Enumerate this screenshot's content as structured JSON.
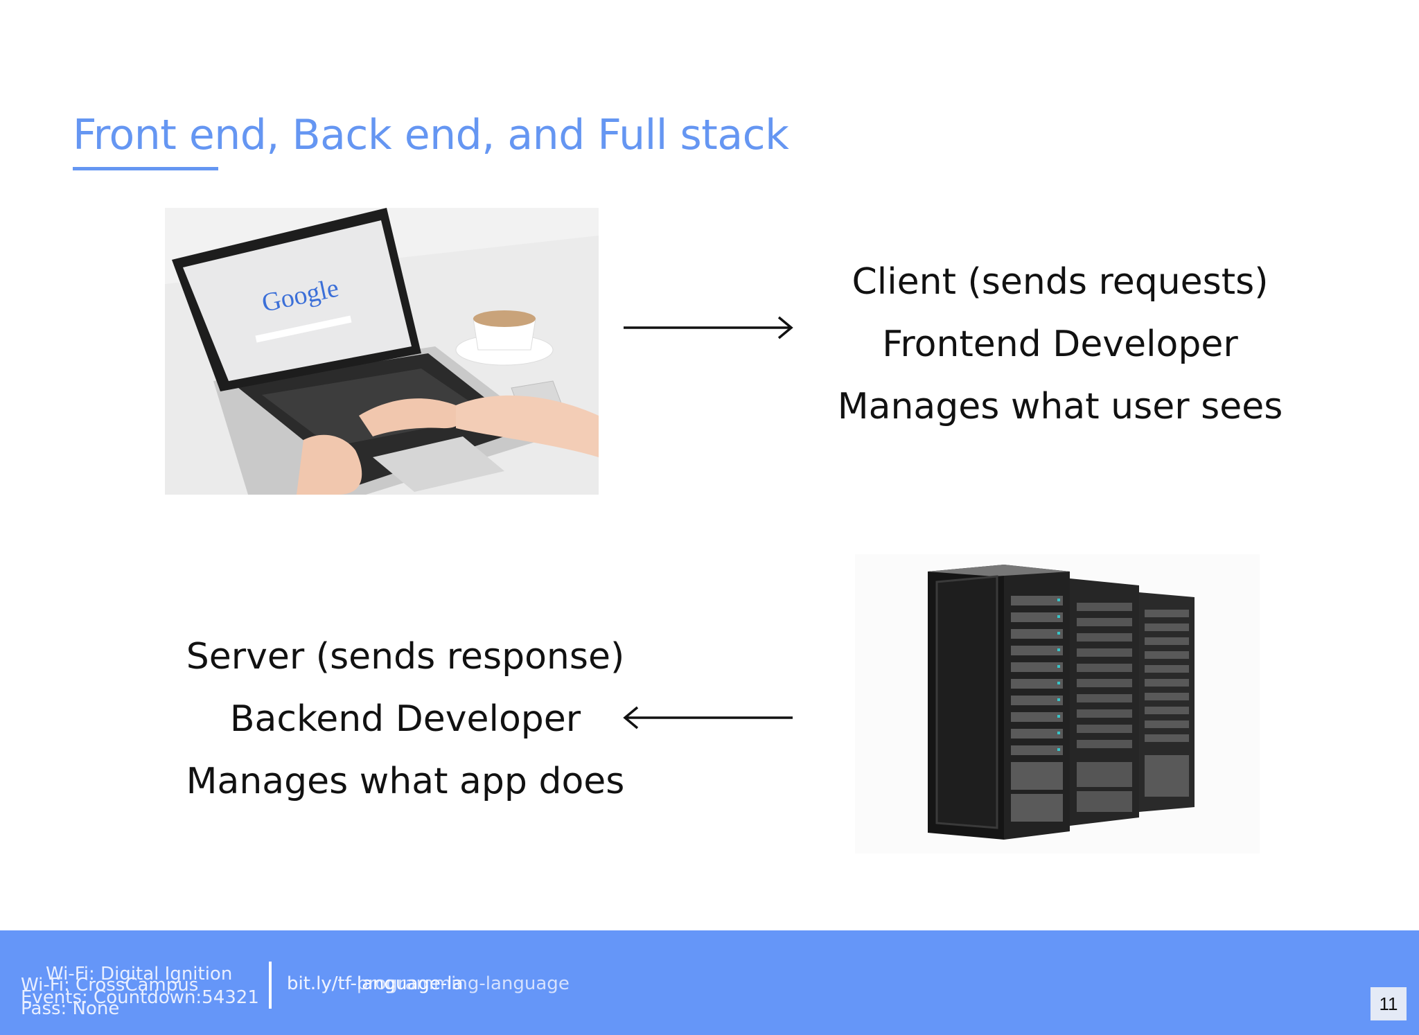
{
  "slide": {
    "title": "Front end, Back end, and Full stack",
    "client": {
      "lines": [
        "Client (sends requests)",
        "Frontend Developer",
        "Manages what user sees"
      ]
    },
    "server": {
      "lines": [
        "Server (sends response)",
        "Backend Developer",
        "Manages what app does"
      ]
    },
    "laptop_screen_logo": "Google"
  },
  "footer": {
    "ghost_lines": [
      "Wi-Fi: Digital Ignition",
      "Wi-Fi: CrossCampus",
      "Events: Countdown:54321",
      "Pass: None"
    ],
    "links": [
      "bit.ly/tf-language-la",
      "bit.ly/tf-programming-language"
    ],
    "page_number": "11"
  },
  "colors": {
    "accent": "#6596f2",
    "footer_bg": "#6596f8",
    "text": "#111111"
  }
}
